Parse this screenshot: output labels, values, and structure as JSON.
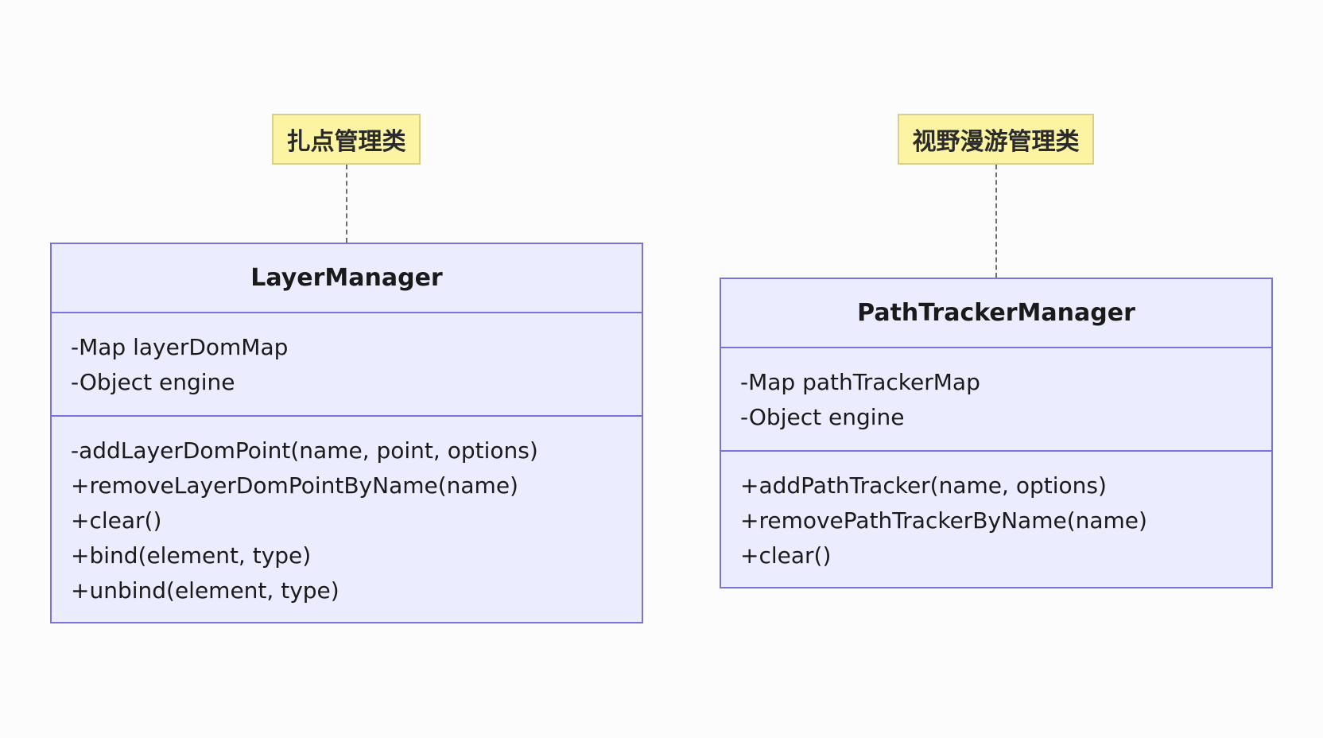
{
  "notes": [
    {
      "text": "扎点管理类"
    },
    {
      "text": "视野漫游管理类"
    }
  ],
  "classes": [
    {
      "name": "LayerManager",
      "attributes": [
        "-Map layerDomMap",
        "-Object engine"
      ],
      "methods": [
        "-addLayerDomPoint(name, point, options)",
        "+removeLayerDomPointByName(name)",
        "+clear()",
        "+bind(element, type)",
        "+unbind(element, type)"
      ]
    },
    {
      "name": "PathTrackerManager",
      "attributes": [
        "-Map pathTrackerMap",
        "-Object engine"
      ],
      "methods": [
        "+addPathTracker(name, options)",
        "+removePathTrackerByName(name)",
        "+clear()"
      ]
    }
  ],
  "colors": {
    "note_fill": "#fcf4a3",
    "class_fill": "#ececff",
    "class_border": "#7a74d6"
  }
}
